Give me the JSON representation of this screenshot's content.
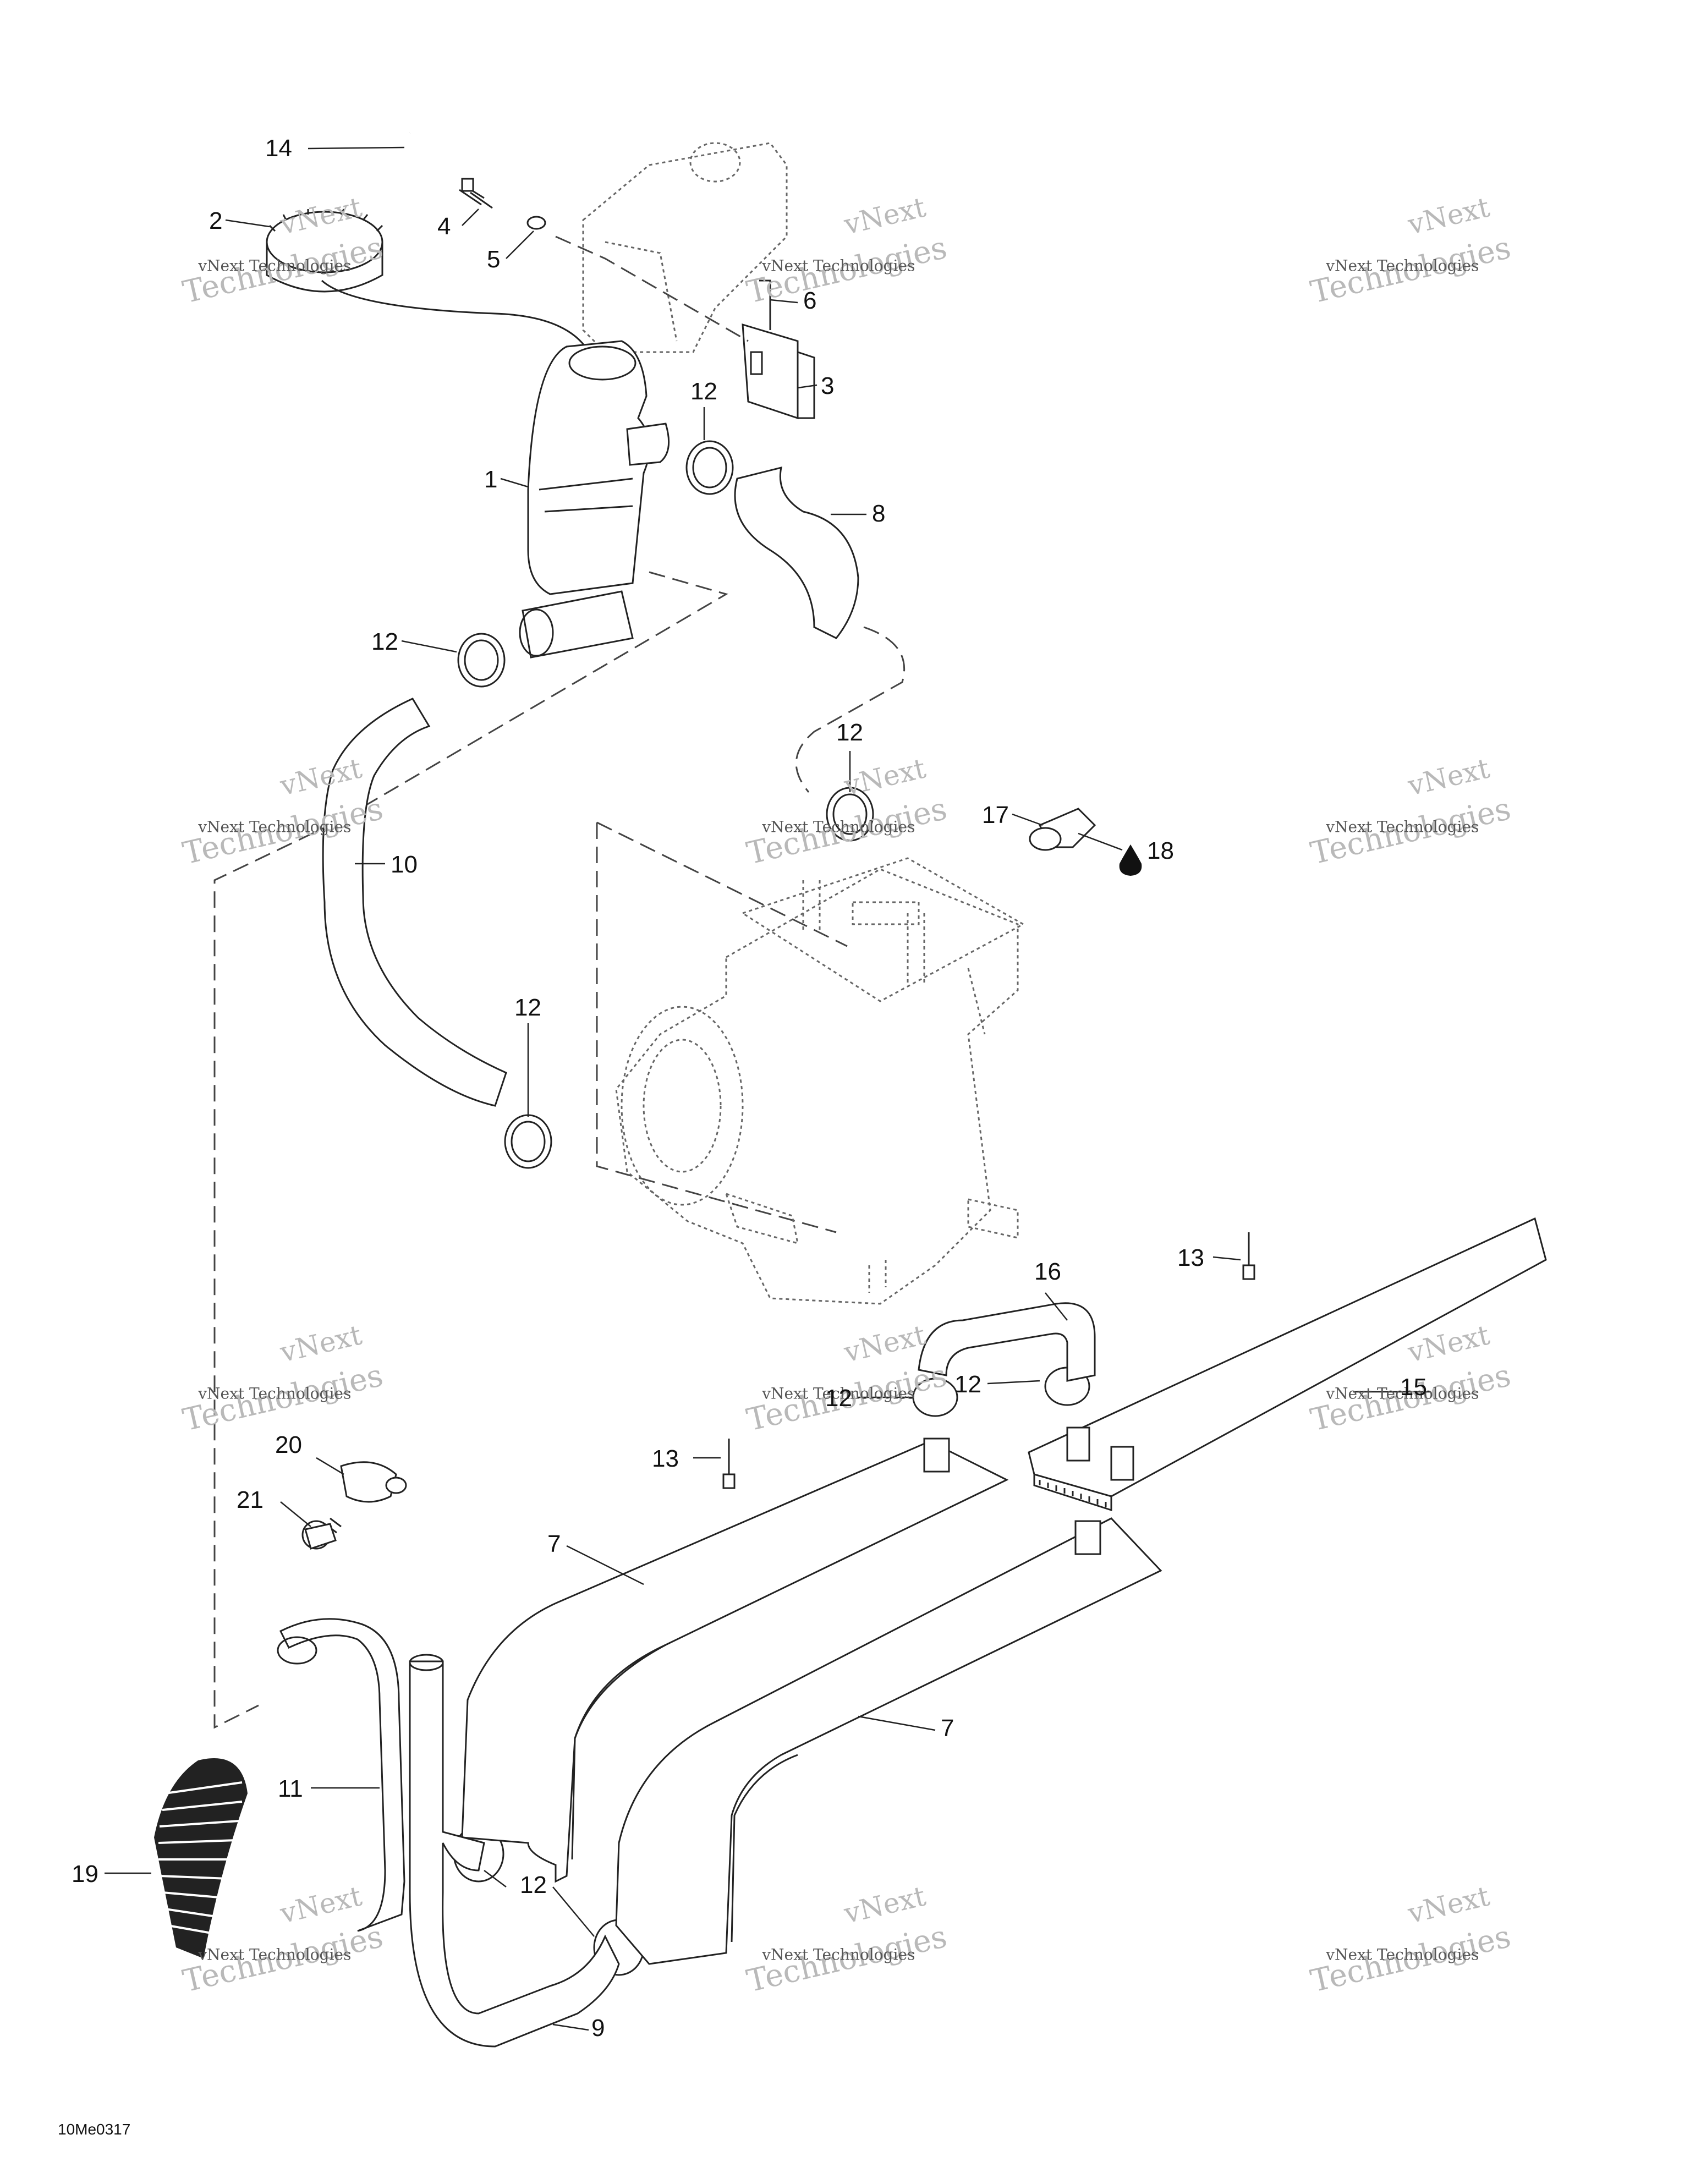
{
  "diagram": {
    "figure_code": "10Me0317",
    "callouts": {
      "c1": "1",
      "c2": "2",
      "c3": "3",
      "c4": "4",
      "c5": "5",
      "c6": "6",
      "c7a": "7",
      "c7b": "7",
      "c8": "8",
      "c9": "9",
      "c10": "10",
      "c11": "11",
      "c12a": "12",
      "c12b": "12",
      "c12c": "12",
      "c12d": "12",
      "c12e": "12",
      "c12f": "12",
      "c12g": "12",
      "c13a": "13",
      "c13b": "13",
      "c14": "14",
      "c15": "15",
      "c16": "16",
      "c17": "17",
      "c18": "18",
      "c19": "19",
      "c20": "20",
      "c21": "21"
    },
    "watermark": {
      "line1": "vNext",
      "line2": "vNext Technologies",
      "line3": "Technologies"
    }
  }
}
